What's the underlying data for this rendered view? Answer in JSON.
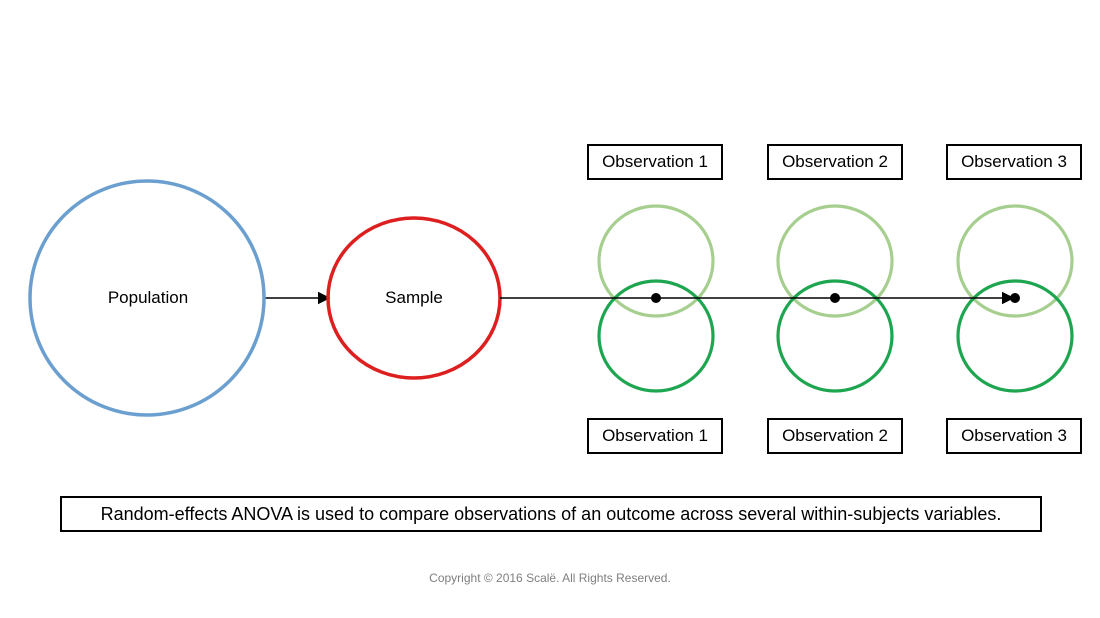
{
  "nodes": {
    "population": "Population",
    "sample": "Sample"
  },
  "observations_top": [
    "Observation 1",
    "Observation 2",
    "Observation 3"
  ],
  "observations_bottom": [
    "Observation 1",
    "Observation 2",
    "Observation 3"
  ],
  "caption": "Random-effects ANOVA is used to compare observations of an outcome across several within-subjects variables.",
  "copyright": "Copyright © 2016 Scalë. All Rights Reserved.",
  "colors": {
    "population_stroke": "#6a9fcf",
    "sample_stroke": "#dd1f1f",
    "light_green": "#a6cf8f",
    "dark_green": "#1ea550",
    "line": "#000000"
  }
}
